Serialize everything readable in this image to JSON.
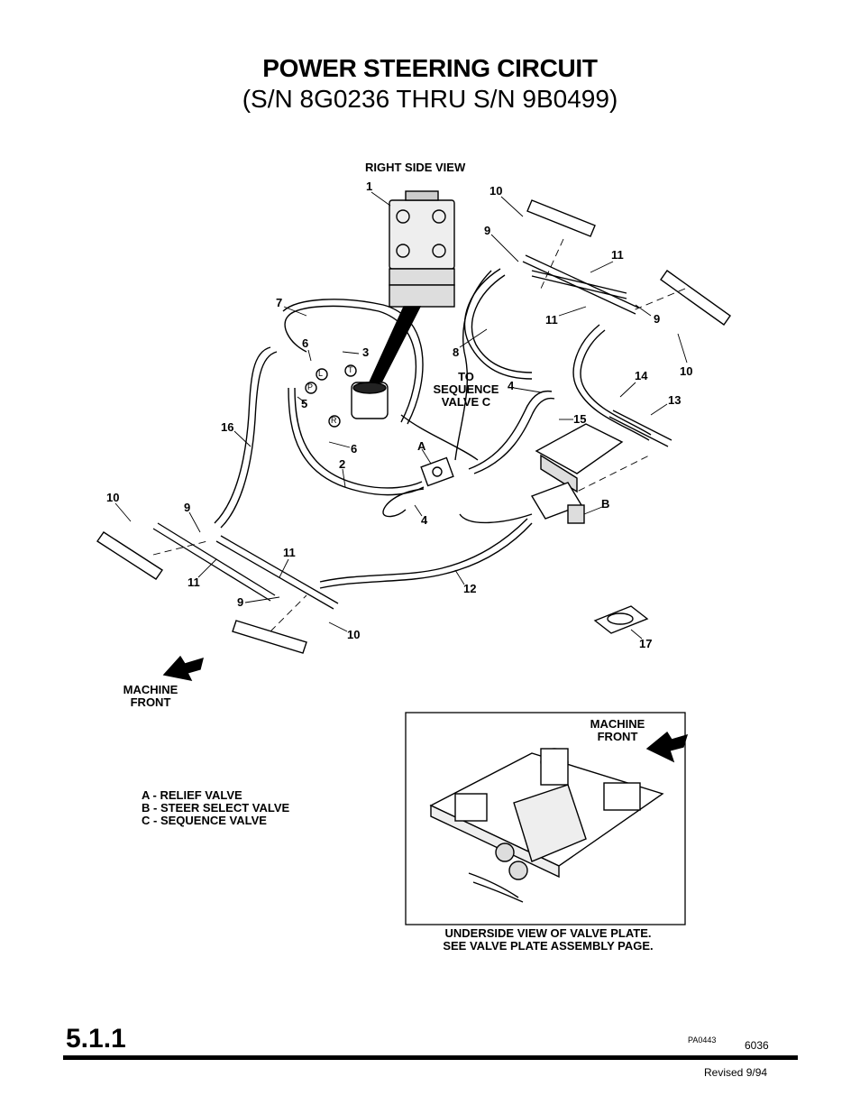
{
  "header": {
    "title": "POWER STEERING CIRCUIT",
    "subtitle": "(S/N 8G0236 THRU S/N 9B0499)"
  },
  "views": {
    "right_side": "RIGHT SIDE VIEW",
    "underside_line1": "UNDERSIDE VIEW OF VALVE PLATE.",
    "underside_line2": "SEE VALVE PLATE ASSEMBLY PAGE."
  },
  "callouts": {
    "to_sequence": [
      "TO",
      "SEQUENCE",
      "VALVE C"
    ],
    "machine_front": [
      "MACHINE",
      "FRONT"
    ],
    "ports": [
      "L",
      "T",
      "P",
      "R"
    ],
    "letters": [
      "A",
      "B"
    ]
  },
  "legend": [
    "A - RELIEF VALVE",
    "B - STEER SELECT VALVE",
    "C - SEQUENCE VALVE"
  ],
  "part_numbers": [
    "1",
    "2",
    "3",
    "4",
    "4",
    "5",
    "6",
    "6",
    "7",
    "8",
    "9",
    "9",
    "9",
    "9",
    "10",
    "10",
    "10",
    "10",
    "11",
    "11",
    "11",
    "11",
    "12",
    "13",
    "14",
    "15",
    "16",
    "17"
  ],
  "footer": {
    "section": "5.1.1",
    "drawing_id": "PA0443",
    "page_code": "6036",
    "revised": "Revised 9/94"
  }
}
